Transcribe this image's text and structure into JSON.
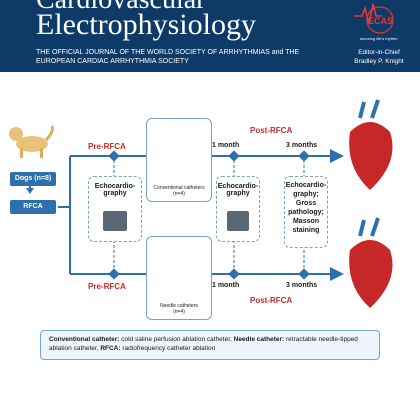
{
  "header": {
    "title_line1": "Cardiovascular",
    "title_line2": "Electrophysiology",
    "subtitle": "THE OFFICIAL JOURNAL OF THE WORLD SOCIETY OF ARRHYTHMIAS and THE EUROPEAN CARDIAC ARRHYTHMIA SOCIETY",
    "logo_text": "ECAS",
    "logo_tagline": "securing life's rhythm",
    "editor_role": "Editor-in-Chief",
    "editor_name": "Bradley P. Knight"
  },
  "diagram": {
    "dogs_label": "Dogs (n=8)",
    "rfca_label": "RFCA",
    "pre_rfca_top": "Pre-RFCA",
    "pre_rfca_bottom": "Pre-RFCA",
    "post_rfca_top": "Post-RFCA",
    "post_rfca_bottom": "Post-RFCA",
    "echo_left_line1": "Echocardio-",
    "echo_left_line2": "graphy",
    "echo_mid_line1": "Echocardio-",
    "echo_mid_line2": "graphy",
    "conv_catheter_line1": "Conventional catheters",
    "conv_catheter_line2": "(n=4)",
    "needle_catheter_line1": "Needle catheters",
    "needle_catheter_line2": "(n=4)",
    "month1_top": "1 month",
    "month3_top": "3 months",
    "month1_bottom": "1 month",
    "month3_bottom": "3 months",
    "final_box_lines": [
      "Echocardio-",
      "graphy;",
      "Gross",
      "pathology;",
      "Masson",
      "staining"
    ]
  },
  "legend": {
    "conv_term": "Conventional catheter:",
    "conv_def": " cold saline perfusion ablation catheter, ",
    "needle_term": "Needle catheter:",
    "needle_def": " retractable needle-tipped ablation catheter, ",
    "rfca_term": "RFCA:",
    "rfca_def": " radiofrequency catheter ablation"
  },
  "colors": {
    "header_bg": "#0d3a66",
    "line_blue": "#2e6fae",
    "accent_red": "#c62828"
  }
}
